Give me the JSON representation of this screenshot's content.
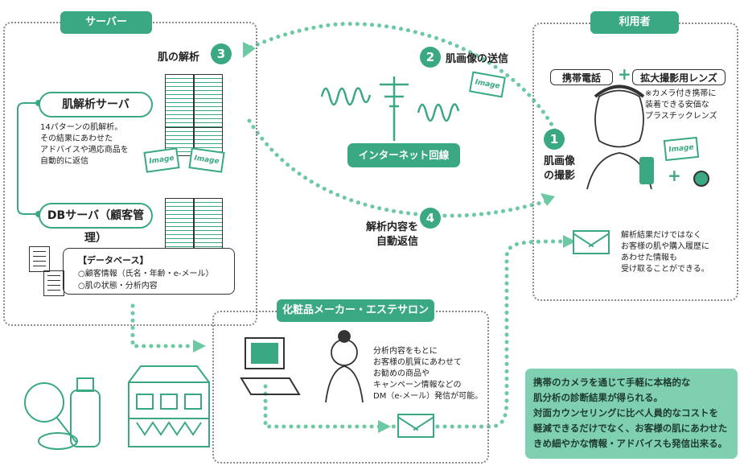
{
  "server": {
    "tag": "サーバー",
    "skin_analysis_title": "肌の解析",
    "analysis_server_label": "肌解析サーバ",
    "analysis_server_desc": [
      "14パターンの肌解析。",
      "その結果にあわせた",
      "アドバイスや適応商品を",
      "自動的に返信"
    ],
    "db_server_label": "DBサーバ（顧客管理）",
    "database_title": "【データベース】",
    "database_items": [
      "○顧客情報（氏名・年齢・e-メール）",
      "○肌の状態・分析内容"
    ]
  },
  "user": {
    "tag": "利用者",
    "phone_label": "携帯電話",
    "lens_label": "拡大撮影用レンズ",
    "lens_note": [
      "※カメラ付き携帯に",
      "装着できる安価な",
      "プラスチックレンズ"
    ],
    "shoot_label": [
      "肌画像",
      "の撮影"
    ],
    "result_note": [
      "解析結果だけではなく",
      "お客様の肌や購入履歴に",
      "あわせた情報も",
      "受け取ることができる。"
    ]
  },
  "network": {
    "label": "インターネット回線",
    "send_label": "肌画像の送信",
    "return_label": [
      "解析内容を",
      "自動返信"
    ]
  },
  "steps": {
    "s1": "1",
    "s2": "2",
    "s3": "3",
    "s4": "4"
  },
  "image_card": "Image",
  "cosmetics": {
    "tag": "化粧品メーカー・エステサロン",
    "desc": [
      "分析内容をもとに",
      "お客様の肌質にあわせて",
      "お勧めの商品や",
      "キャンペーン情報などの",
      "DM（e-メール）発信が可能。"
    ]
  },
  "summary": [
    "携帯のカメラを通じて手軽に本格的な",
    "肌分析の診断結果が得られる。",
    "対面カウンセリングに比べ人員的なコストを",
    "軽減できるだけでなく、お客様の肌にあわせた",
    "きめ細やかな情報・アドバイスも発信出来る。"
  ],
  "colors": {
    "accent": "#3aa883",
    "border": "#8a8a8a"
  }
}
